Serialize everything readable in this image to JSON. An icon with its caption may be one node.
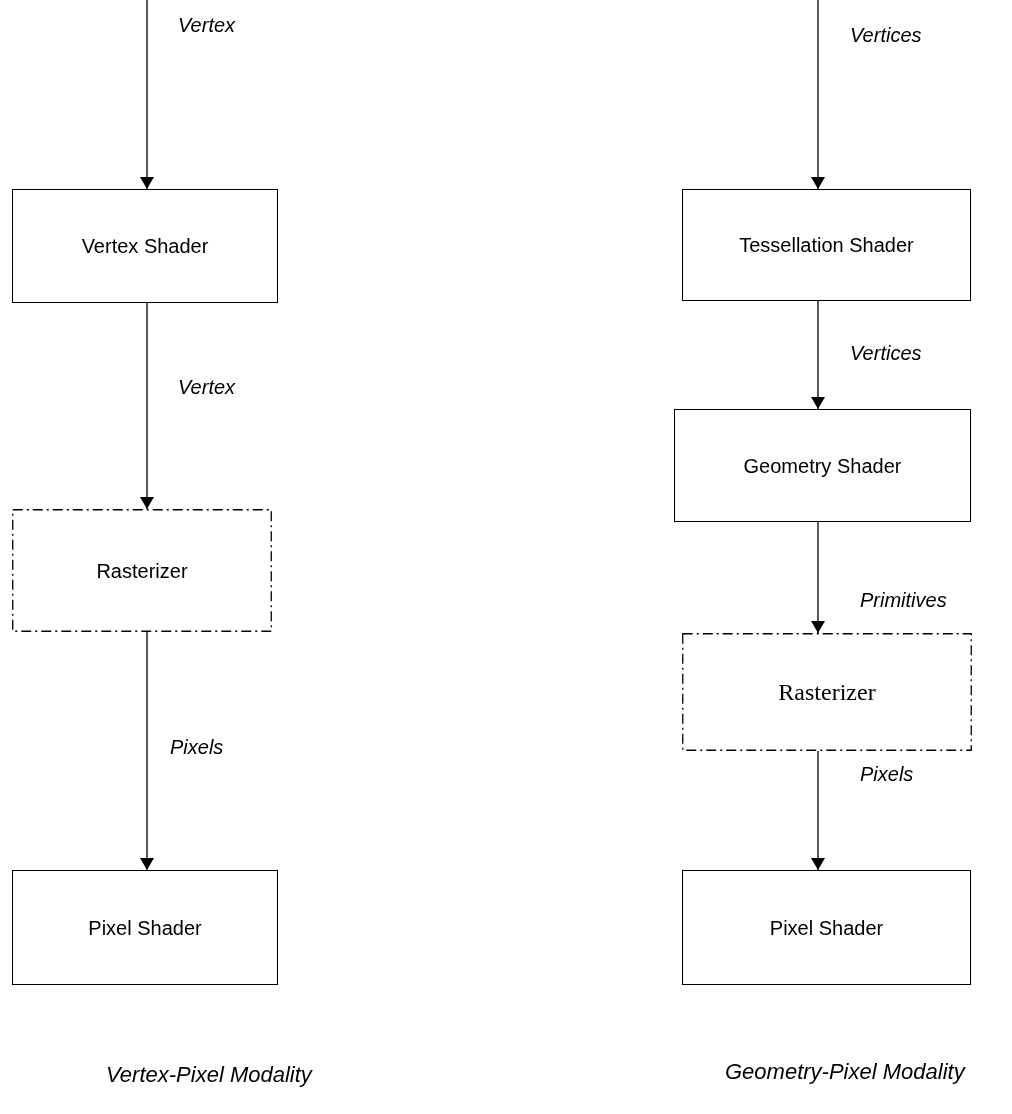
{
  "diagram": {
    "nodes": [
      {
        "text": [
          "Vertex Shader"
        ]
      },
      {
        "text": [
          "Rasterizer"
        ]
      },
      {
        "text": [
          "Pixel Shader"
        ]
      },
      {
        "text": [
          "Tessellation Shader"
        ]
      },
      {
        "text": [
          "Geometry Shader"
        ]
      },
      {
        "text": [
          "Rasterizer"
        ]
      },
      {
        "text": [
          "Pixel Shader"
        ]
      }
    ],
    "edges": [
      {
        "from": null,
        "to": 0,
        "arrow": "to",
        "label": "Vertex"
      },
      {
        "from": 0,
        "to": 1,
        "arrow": "to",
        "label": "Vertex"
      },
      {
        "from": 1,
        "to": 2,
        "arrow": "to",
        "label": "Pixels"
      },
      {
        "from": null,
        "to": 3,
        "arrow": "to",
        "label": "Vertices"
      },
      {
        "from": 3,
        "to": 4,
        "arrow": "to",
        "label": "Vertices"
      },
      {
        "from": 4,
        "to": 5,
        "arrow": "to",
        "label": "Primitives"
      },
      {
        "from": 5,
        "to": 6,
        "arrow": "to",
        "label": "Pixels"
      }
    ],
    "labels": [
      "Vertex-Pixel Modality",
      "Geometry-Pixel Modality"
    ]
  }
}
